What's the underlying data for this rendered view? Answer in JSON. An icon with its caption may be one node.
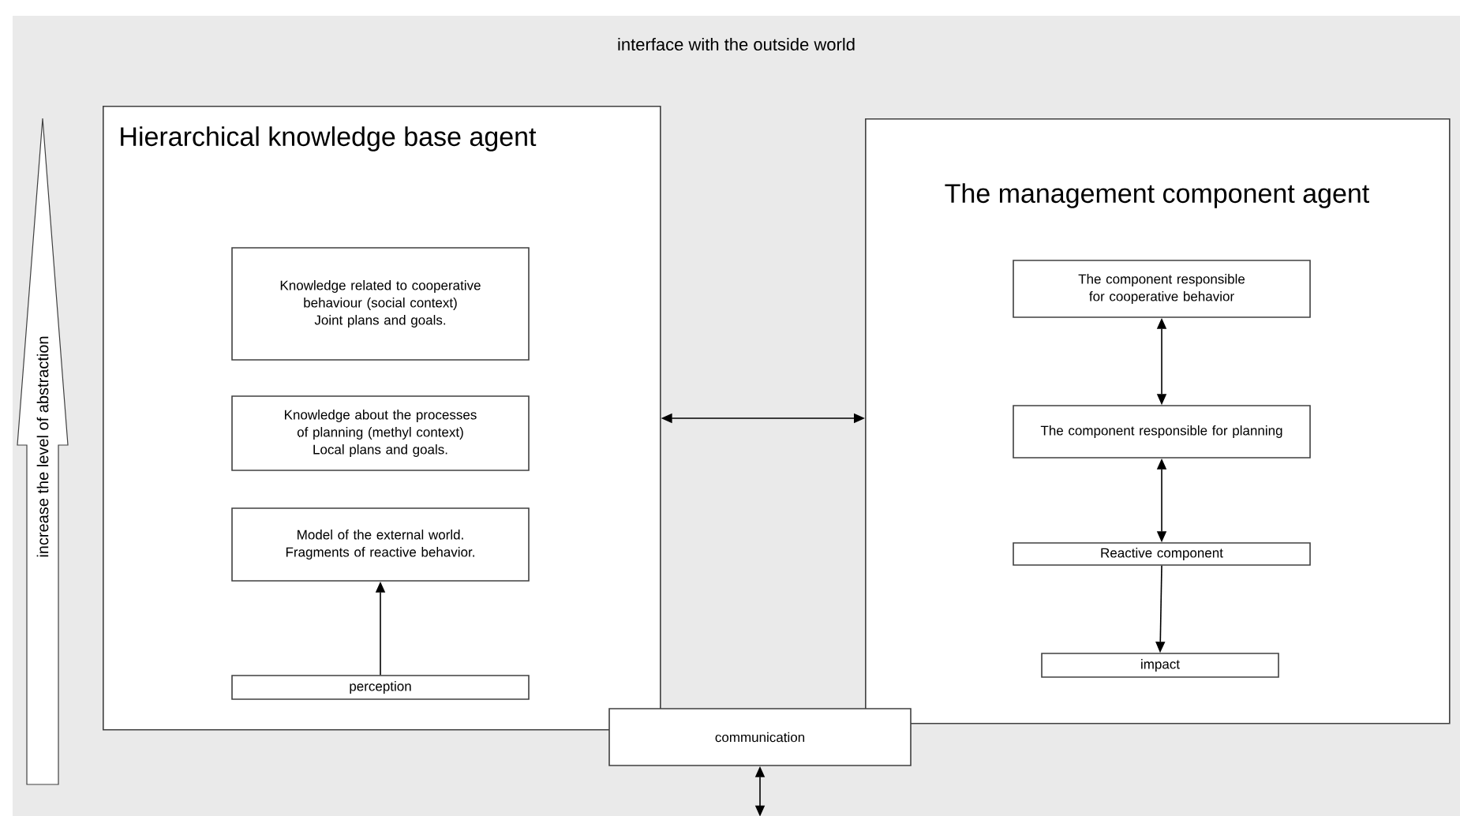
{
  "diagram": {
    "nodes": [
      {
        "text": [
          "interface with the outside world"
        ]
      },
      {
        "text": [
          "Hierarchical knowledge base agent"
        ],
        "in": 0
      },
      {
        "text": [
          "Knowledge related to cooperative behaviour (social context) Joint plans and goals."
        ],
        "in": 1
      },
      {
        "text": [
          "Knowledge about the processes of planning (methyl context) Local plans and goals."
        ],
        "in": 1
      },
      {
        "text": [
          "Model of the external world. Fragments of reactive behavior."
        ],
        "in": 1
      },
      {
        "text": [
          "perception"
        ],
        "in": 1
      },
      {
        "text": [
          "The management  component agent"
        ],
        "in": 0
      },
      {
        "text": [
          "The component responsible for cooperative behavior"
        ],
        "in": 6
      },
      {
        "text": [
          "The component responsible for planning"
        ],
        "in": 6
      },
      {
        "text": [
          "Reactive component"
        ],
        "in": 6
      },
      {
        "text": [
          "impact"
        ],
        "in": 6
      },
      {
        "text": [
          "communication"
        ],
        "in": 0
      },
      {
        "text": [
          "increase the level of abstraction"
        ],
        "in": 0
      }
    ],
    "edges": [
      {
        "from": 5,
        "to": 4,
        "arrow": "to"
      },
      {
        "from": 1,
        "to": 6,
        "arrow": "both"
      },
      {
        "from": 7,
        "to": 8,
        "arrow": "both"
      },
      {
        "from": 8,
        "to": 9,
        "arrow": "both"
      },
      {
        "from": 9,
        "to": 10,
        "arrow": "to"
      },
      {
        "from": 11,
        "to": null,
        "arrow": "both"
      }
    ]
  }
}
